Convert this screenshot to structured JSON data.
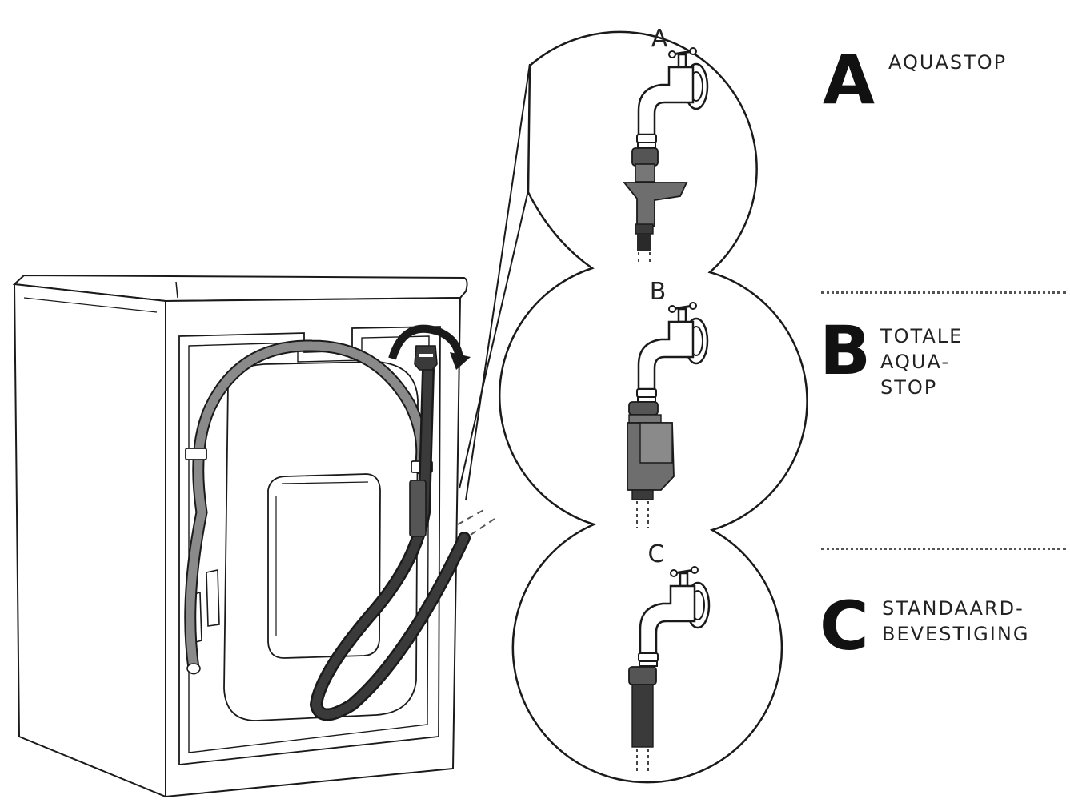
{
  "zoom_labels": {
    "a": "A",
    "b": "B",
    "c": "C"
  },
  "options": [
    {
      "letter": "A",
      "label": "AQUASTOP"
    },
    {
      "letter": "B",
      "label": "TOTALE AQUA-\nSTOP"
    },
    {
      "letter": "C",
      "label": "STANDAARD-\nBEVESTIGING"
    }
  ],
  "colors": {
    "line": "#1a1a1a",
    "hose_light": "#8a8a8a",
    "hose_dark": "#3a3a3a",
    "fitting_grey": "#6e6e6e"
  }
}
